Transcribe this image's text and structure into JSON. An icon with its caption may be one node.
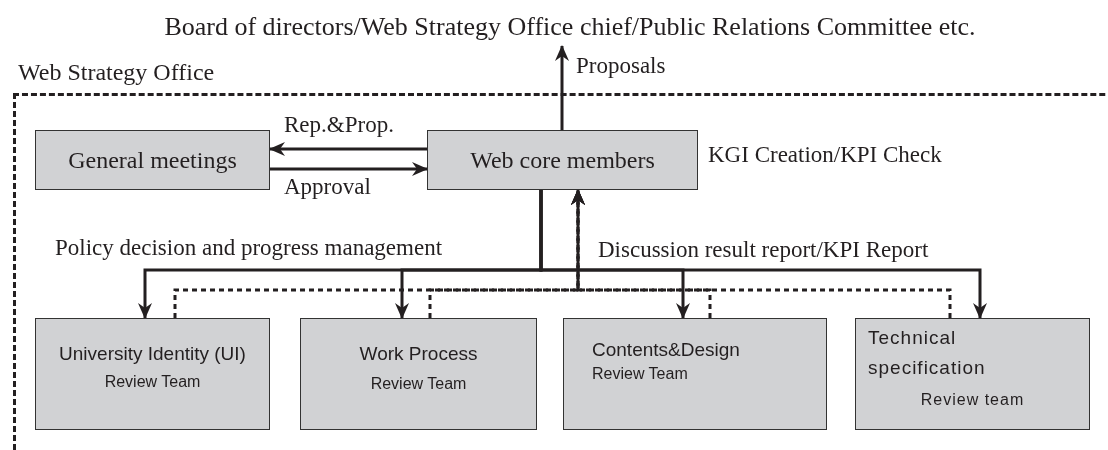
{
  "diagram": {
    "nodes": [
      {
        "text": [
          "Board of directors/Web Strategy Office chief/Public Relations Committee etc."
        ]
      },
      {
        "text": [
          "Web Strategy Office"
        ]
      },
      {
        "text": [
          "General meetings"
        ],
        "in": 1
      },
      {
        "text": [
          "Web core members"
        ],
        "in": 1,
        "beside": [
          "KGI Creation/KPI Check"
        ]
      },
      {
        "text": [
          "University Identity (UI)",
          "Review Team"
        ],
        "in": 1
      },
      {
        "text": [
          "Work Process",
          "Review Team"
        ],
        "in": 1
      },
      {
        "text": [
          "Contents&Design",
          "Review Team"
        ],
        "in": 1
      },
      {
        "text": [
          "Technical specification",
          "Review team"
        ],
        "in": 1
      }
    ],
    "edges": [
      {
        "from": 3,
        "to": 0,
        "arrow": "to",
        "label": "Proposals"
      },
      {
        "from": 3,
        "to": 2,
        "arrow": "to",
        "label": "Rep.&Prop."
      },
      {
        "from": 2,
        "to": 3,
        "arrow": "to",
        "label": "Approval"
      },
      {
        "from": 3,
        "to": 4,
        "arrow": "to"
      },
      {
        "from": 3,
        "to": 5,
        "arrow": "to"
      },
      {
        "from": 3,
        "to": 6,
        "arrow": "to"
      },
      {
        "from": 3,
        "to": 7,
        "arrow": "to"
      },
      {
        "from": 4,
        "to": 3,
        "arrow": "to",
        "style": "dashed"
      },
      {
        "from": 5,
        "to": 3,
        "arrow": "to",
        "style": "dashed"
      },
      {
        "from": 6,
        "to": 3,
        "arrow": "to",
        "style": "dashed"
      },
      {
        "from": 7,
        "to": 3,
        "arrow": "to",
        "style": "dashed"
      }
    ],
    "labels": [
      "Policy decision and progress management",
      "Discussion result report/KPI Report"
    ]
  }
}
